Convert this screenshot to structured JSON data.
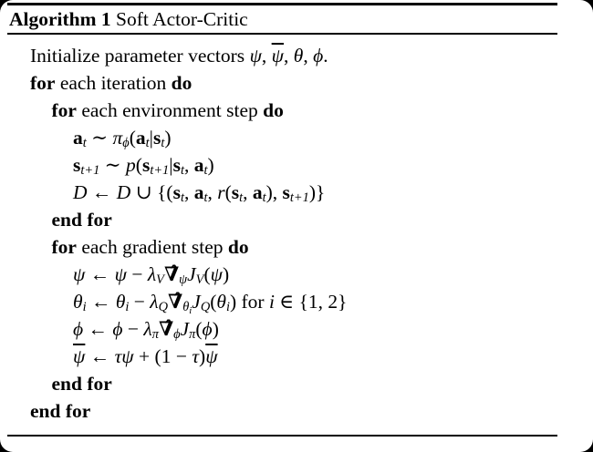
{
  "window": {
    "background_color": "#000000",
    "card_color": "#ffffff",
    "text_color": "#000000"
  },
  "header": {
    "label": "Algorithm 1",
    "title": " Soft Actor-Critic"
  },
  "algorithm": {
    "lines": [
      {
        "indent": 0,
        "seg": [
          {
            "t": "Initialize parameter vectors "
          },
          {
            "t": "ψ",
            "c": "i"
          },
          {
            "t": ", "
          },
          {
            "t": "ψ",
            "c": "i bar"
          },
          {
            "t": ", "
          },
          {
            "t": "θ",
            "c": "i"
          },
          {
            "t": ", "
          },
          {
            "t": "ϕ",
            "c": "i"
          },
          {
            "t": "."
          }
        ]
      },
      {
        "indent": 0,
        "seg": [
          {
            "t": "for",
            "c": "b"
          },
          {
            "t": " each iteration "
          },
          {
            "t": "do",
            "c": "b"
          }
        ]
      },
      {
        "indent": 1,
        "seg": [
          {
            "t": "for",
            "c": "b"
          },
          {
            "t": " each environment step "
          },
          {
            "t": "do",
            "c": "b"
          }
        ]
      },
      {
        "indent": 2,
        "seg": [
          {
            "t": "a",
            "c": "b"
          },
          {
            "t": "t",
            "c": "sub i"
          },
          {
            "t": " ∼ "
          },
          {
            "t": "π",
            "c": "i"
          },
          {
            "t": "ϕ",
            "c": "sub i"
          },
          {
            "t": "("
          },
          {
            "t": "a",
            "c": "b"
          },
          {
            "t": "t",
            "c": "sub i"
          },
          {
            "t": "|"
          },
          {
            "t": "s",
            "c": "b"
          },
          {
            "t": "t",
            "c": "sub i"
          },
          {
            "t": ")"
          }
        ]
      },
      {
        "indent": 2,
        "seg": [
          {
            "t": "s",
            "c": "b"
          },
          {
            "t": "t+1",
            "c": "sub i"
          },
          {
            "t": " ∼ "
          },
          {
            "t": "p",
            "c": "i"
          },
          {
            "t": "("
          },
          {
            "t": "s",
            "c": "b"
          },
          {
            "t": "t+1",
            "c": "sub i"
          },
          {
            "t": "|"
          },
          {
            "t": "s",
            "c": "b"
          },
          {
            "t": "t",
            "c": "sub i"
          },
          {
            "t": ", "
          },
          {
            "t": "a",
            "c": "b"
          },
          {
            "t": "t",
            "c": "sub i"
          },
          {
            "t": ")"
          }
        ]
      },
      {
        "indent": 2,
        "seg": [
          {
            "t": "D",
            "c": "cal"
          },
          {
            "t": " ← "
          },
          {
            "t": "D",
            "c": "cal"
          },
          {
            "t": " ∪ {("
          },
          {
            "t": "s",
            "c": "b"
          },
          {
            "t": "t",
            "c": "sub i"
          },
          {
            "t": ", "
          },
          {
            "t": "a",
            "c": "b"
          },
          {
            "t": "t",
            "c": "sub i"
          },
          {
            "t": ", "
          },
          {
            "t": "r",
            "c": "i"
          },
          {
            "t": "("
          },
          {
            "t": "s",
            "c": "b"
          },
          {
            "t": "t",
            "c": "sub i"
          },
          {
            "t": ", "
          },
          {
            "t": "a",
            "c": "b"
          },
          {
            "t": "t",
            "c": "sub i"
          },
          {
            "t": "), "
          },
          {
            "t": "s",
            "c": "b"
          },
          {
            "t": "t+1",
            "c": "sub i"
          },
          {
            "t": ")}"
          }
        ]
      },
      {
        "indent": 1,
        "seg": [
          {
            "t": "end for",
            "c": "b"
          }
        ]
      },
      {
        "indent": 1,
        "seg": [
          {
            "t": "for",
            "c": "b"
          },
          {
            "t": " each gradient step "
          },
          {
            "t": "do",
            "c": "b"
          }
        ]
      },
      {
        "indent": 2,
        "seg": [
          {
            "t": "ψ",
            "c": "i"
          },
          {
            "t": " ← "
          },
          {
            "t": "ψ",
            "c": "i"
          },
          {
            "t": " − "
          },
          {
            "t": "λ",
            "c": "i"
          },
          {
            "t": "V",
            "c": "sub i"
          },
          {
            "t": "∇̂",
            "c": "b"
          },
          {
            "t": "ψ",
            "c": "sub i"
          },
          {
            "t": "J",
            "c": "i"
          },
          {
            "t": "V",
            "c": "sub i"
          },
          {
            "t": "("
          },
          {
            "t": "ψ",
            "c": "i"
          },
          {
            "t": ")"
          }
        ]
      },
      {
        "indent": 2,
        "seg": [
          {
            "t": "θ",
            "c": "i"
          },
          {
            "t": "i",
            "c": "sub i"
          },
          {
            "t": " ← "
          },
          {
            "t": "θ",
            "c": "i"
          },
          {
            "t": "i",
            "c": "sub i"
          },
          {
            "t": " − "
          },
          {
            "t": "λ",
            "c": "i"
          },
          {
            "t": "Q",
            "c": "sub i"
          },
          {
            "t": "∇̂",
            "c": "b"
          },
          {
            "t": "θ",
            "c": "sub i"
          },
          {
            "t": "i",
            "c": "sub2 i"
          },
          {
            "t": "J",
            "c": "i"
          },
          {
            "t": "Q",
            "c": "sub i"
          },
          {
            "t": "("
          },
          {
            "t": "θ",
            "c": "i"
          },
          {
            "t": "i",
            "c": "sub i"
          },
          {
            "t": ") for "
          },
          {
            "t": "i",
            "c": "i"
          },
          {
            "t": " ∈ {1, 2}"
          }
        ]
      },
      {
        "indent": 2,
        "seg": [
          {
            "t": "ϕ",
            "c": "i"
          },
          {
            "t": " ← "
          },
          {
            "t": "ϕ",
            "c": "i"
          },
          {
            "t": " − "
          },
          {
            "t": "λ",
            "c": "i"
          },
          {
            "t": "π",
            "c": "sub i"
          },
          {
            "t": "∇̂",
            "c": "b"
          },
          {
            "t": "ϕ",
            "c": "sub i"
          },
          {
            "t": "J",
            "c": "i"
          },
          {
            "t": "π",
            "c": "sub i"
          },
          {
            "t": "("
          },
          {
            "t": "ϕ",
            "c": "i"
          },
          {
            "t": ")"
          }
        ]
      },
      {
        "indent": 2,
        "seg": [
          {
            "t": "ψ",
            "c": "i bar"
          },
          {
            "t": " ← "
          },
          {
            "t": "τψ",
            "c": "i"
          },
          {
            "t": " + (1 − "
          },
          {
            "t": "τ",
            "c": "i"
          },
          {
            "t": ")"
          },
          {
            "t": "ψ",
            "c": "i bar"
          }
        ]
      },
      {
        "indent": 1,
        "seg": [
          {
            "t": "end for",
            "c": "b"
          }
        ]
      },
      {
        "indent": 0,
        "seg": [
          {
            "t": "end for",
            "c": "b"
          }
        ]
      }
    ]
  }
}
